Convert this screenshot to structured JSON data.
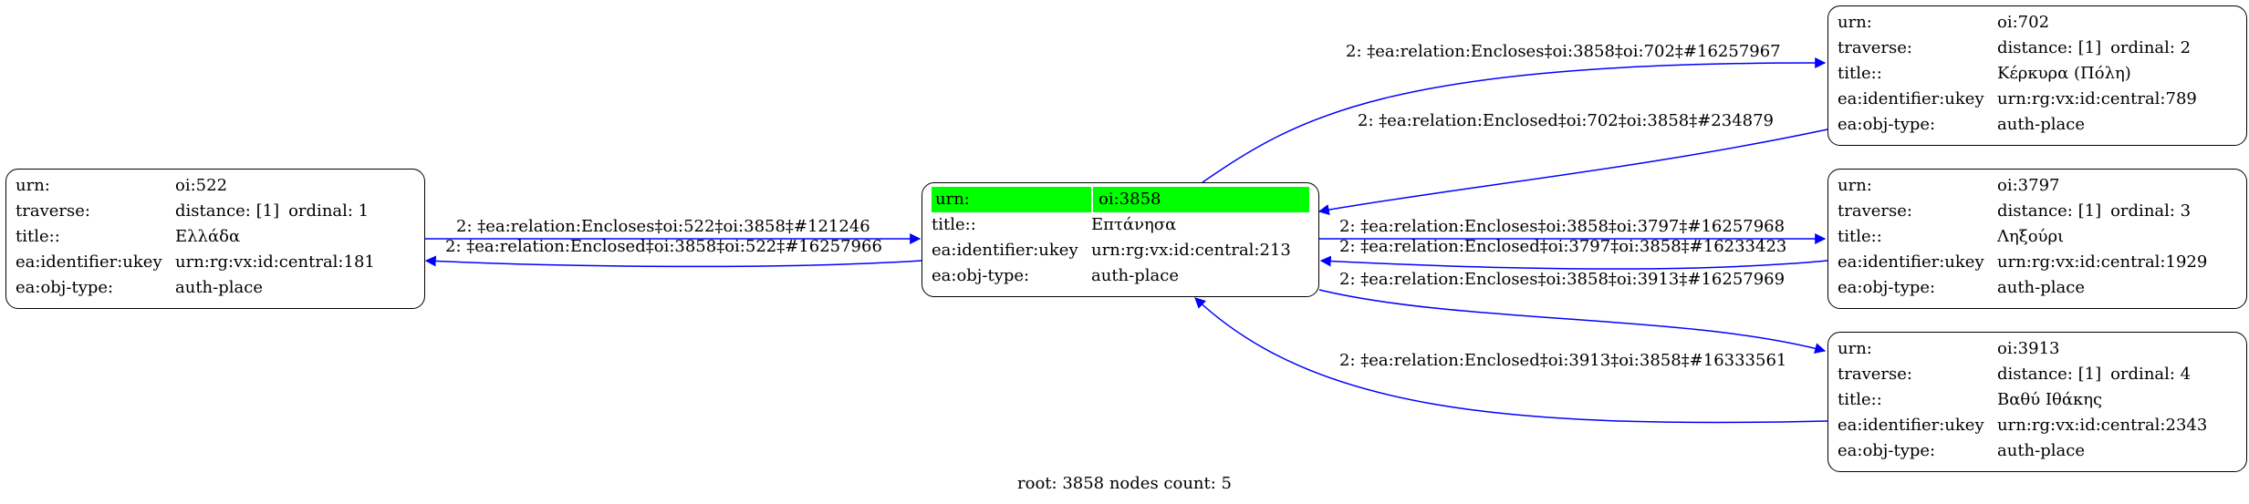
{
  "nodes": {
    "n522": {
      "urn_key": "urn:",
      "urn": "oi:522",
      "traverse_key": "traverse:",
      "distance": "distance: [1]",
      "ordinal": "ordinal: 1",
      "title_key": "title::",
      "title": "Ελλάδα",
      "ukey_key": "ea:identifier:ukey",
      "ukey": "urn:rg:vx:id:central:181",
      "type_key": "ea:obj-type:",
      "type": "auth-place"
    },
    "n3858": {
      "urn_key": "urn:",
      "urn": "oi:3858",
      "title_key": "title::",
      "title": "Επτάνησα",
      "ukey_key": "ea:identifier:ukey",
      "ukey": "urn:rg:vx:id:central:213",
      "type_key": "ea:obj-type:",
      "type": "auth-place",
      "highlight_color": "#00ff00"
    },
    "n702": {
      "urn_key": "urn:",
      "urn": "oi:702",
      "traverse_key": "traverse:",
      "distance": "distance: [1]",
      "ordinal": "ordinal: 2",
      "title_key": "title::",
      "title": "Κέρκυρα (Πόλη)",
      "ukey_key": "ea:identifier:ukey",
      "ukey": "urn:rg:vx:id:central:789",
      "type_key": "ea:obj-type:",
      "type": "auth-place"
    },
    "n3797": {
      "urn_key": "urn:",
      "urn": "oi:3797",
      "traverse_key": "traverse:",
      "distance": "distance: [1]",
      "ordinal": "ordinal: 3",
      "title_key": "title::",
      "title": "Ληξούρι",
      "ukey_key": "ea:identifier:ukey",
      "ukey": "urn:rg:vx:id:central:1929",
      "type_key": "ea:obj-type:",
      "type": "auth-place"
    },
    "n3913": {
      "urn_key": "urn:",
      "urn": "oi:3913",
      "traverse_key": "traverse:",
      "distance": "distance: [1]",
      "ordinal": "ordinal: 4",
      "title_key": "title::",
      "title": "Βαθύ Ιθάκης",
      "ukey_key": "ea:identifier:ukey",
      "ukey": "urn:rg:vx:id:central:2343",
      "type_key": "ea:obj-type:",
      "type": "auth-place"
    }
  },
  "edges": {
    "e1": "2: ‡ea:relation:Encloses‡oi:522‡oi:3858‡#121246",
    "e2": "2: ‡ea:relation:Enclosed‡oi:3858‡oi:522‡#16257966",
    "e3": "2: ‡ea:relation:Encloses‡oi:3858‡oi:702‡#16257967",
    "e4": "2: ‡ea:relation:Enclosed‡oi:702‡oi:3858‡#234879",
    "e5": "2: ‡ea:relation:Encloses‡oi:3858‡oi:3797‡#16257968",
    "e6": "2: ‡ea:relation:Enclosed‡oi:3797‡oi:3858‡#16233423",
    "e7": "2: ‡ea:relation:Encloses‡oi:3858‡oi:3913‡#16257969",
    "e8": "2: ‡ea:relation:Enclosed‡oi:3913‡oi:3858‡#16333561"
  },
  "edge_color": "#0000ff",
  "footer": "root: 3858 nodes count: 5"
}
